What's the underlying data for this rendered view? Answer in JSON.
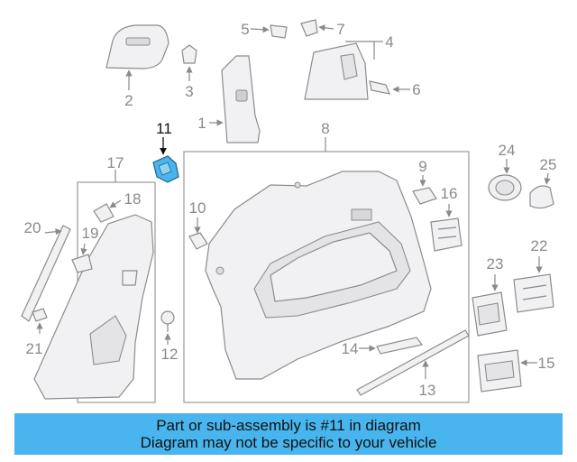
{
  "diagram": {
    "highlight_color": "#49b5ee",
    "highlighted_callout": "11",
    "callouts": {
      "c1": "1",
      "c2": "2",
      "c3": "3",
      "c4": "4",
      "c5": "5",
      "c6": "6",
      "c7": "7",
      "c8": "8",
      "c9": "9",
      "c10": "10",
      "c11": "11",
      "c12": "12",
      "c13": "13",
      "c14": "14",
      "c15": "15",
      "c16": "16",
      "c17": "17",
      "c18": "18",
      "c19": "19",
      "c20": "20",
      "c21": "21",
      "c22": "22",
      "c23": "23",
      "c24": "24",
      "c25": "25"
    }
  },
  "footer": {
    "background": "#49b5ee",
    "line1": "Part or sub-assembly is #11 in diagram",
    "line2": "Diagram may not be specific to your vehicle"
  }
}
